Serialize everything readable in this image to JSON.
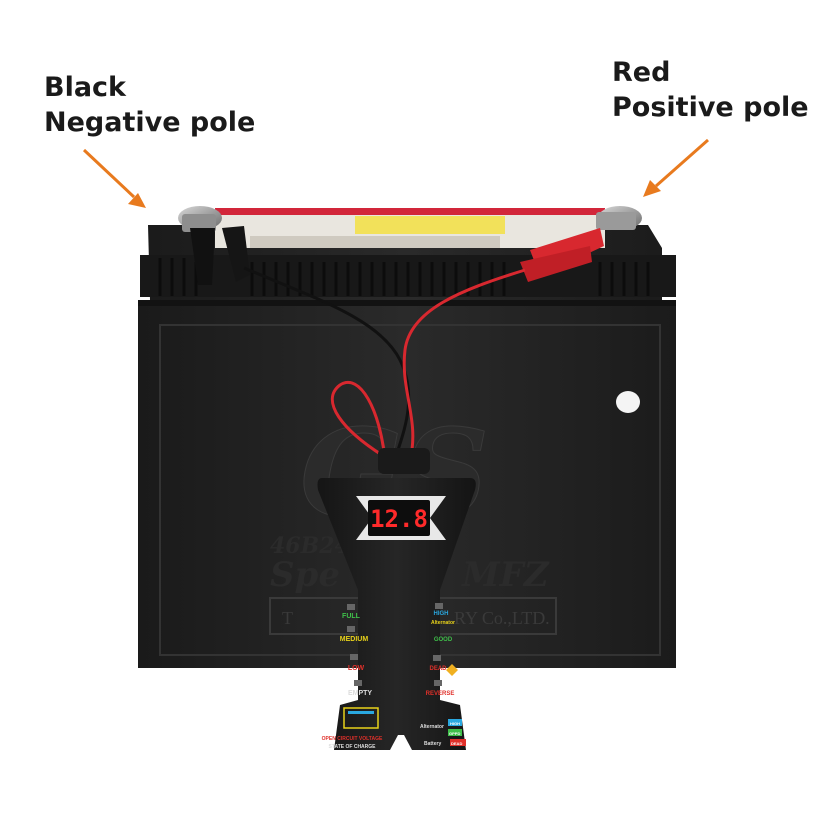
{
  "labels": {
    "black_color": "Black",
    "black_pole": "Negative pole",
    "red_color": "Red",
    "red_pole": "Positive pole"
  },
  "battery": {
    "model": "46B24",
    "brand": "GS",
    "series_left": "Spe",
    "series_right": "MFZ",
    "company_left": "T",
    "company_right": "RY Co.,LTD."
  },
  "tester": {
    "display": "12.8",
    "left_indicators": [
      "FULL",
      "MEDIUM",
      "LOW",
      "EMPTY"
    ],
    "right_indicators": [
      "HIGH",
      "Alternator",
      "GOOD",
      "DEAD",
      "REVERSE"
    ],
    "ocv": "OPEN CIRCUIT VOLTAGE",
    "soc": "STATE OF CHARGE",
    "legend_alternator": "Alternator",
    "legend_high": "HIGH",
    "legend_good": "GPPD",
    "legend_battery": "Battery",
    "legend_dead": "DEAD"
  },
  "colors": {
    "arrow": "#e87a1e",
    "battery": "#1f1f1f",
    "red_clip": "#d8282f",
    "display": "#ff2a2a",
    "full": "#3fbf4a",
    "medium": "#e8d21a",
    "low": "#e0302a",
    "high": "#2aa8e0"
  }
}
